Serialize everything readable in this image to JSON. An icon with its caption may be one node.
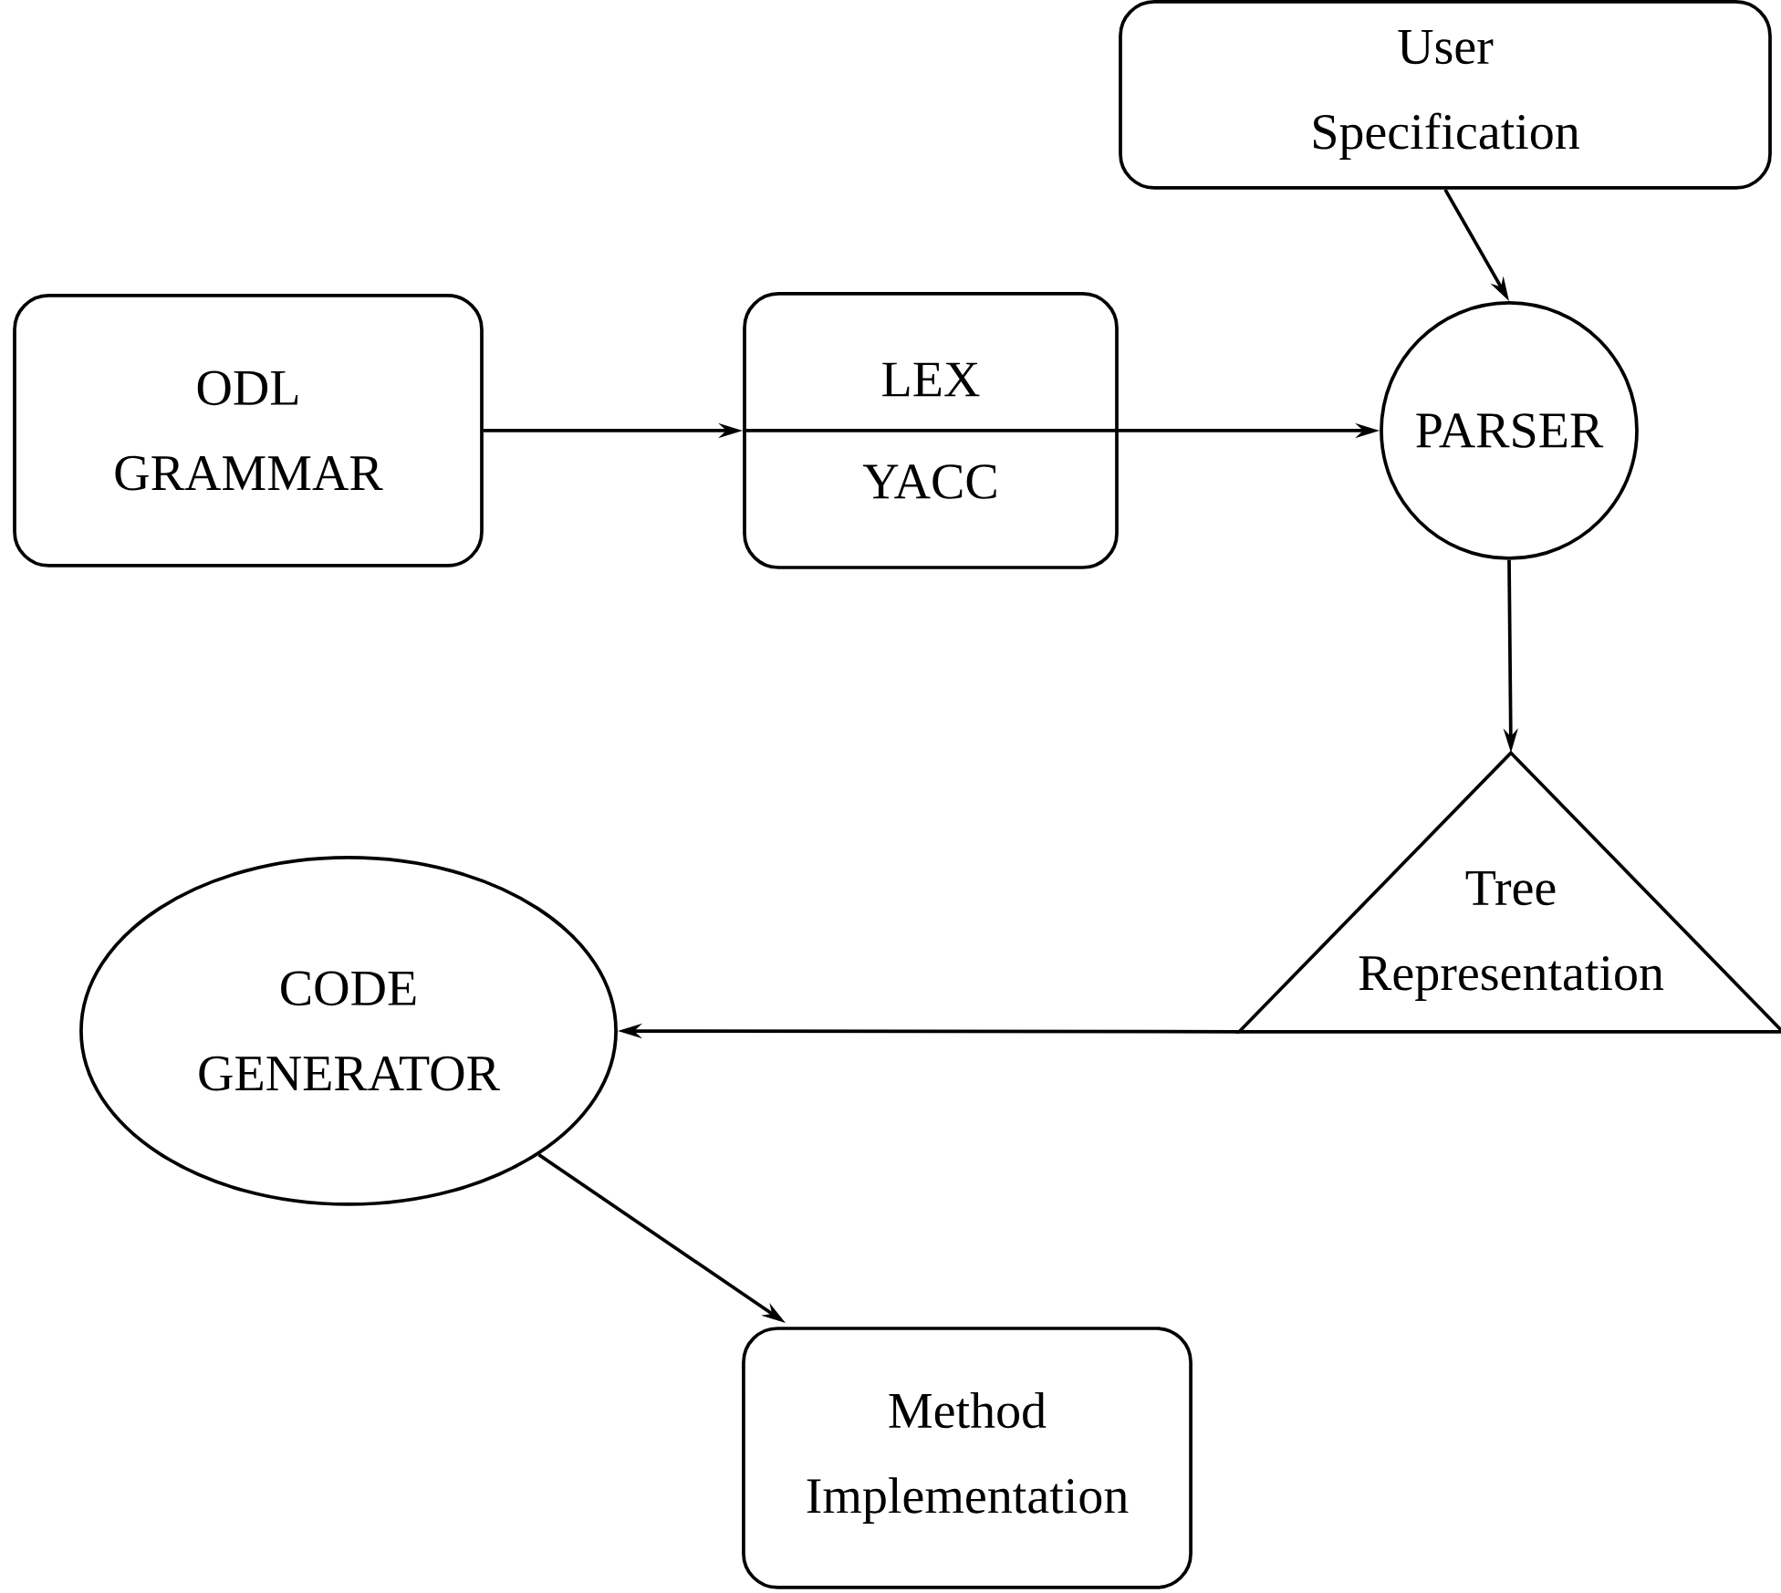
{
  "diagram": {
    "nodes": [
      {
        "text": [
          "User Specification"
        ]
      },
      {
        "text": [
          "ODL GRAMMAR"
        ]
      },
      {
        "text": [
          "LEX",
          "YACC"
        ]
      },
      {
        "text": [
          "PARSER"
        ]
      },
      {
        "text": [
          "Tree Representation"
        ]
      },
      {
        "text": [
          "CODE GENERATOR"
        ]
      },
      {
        "text": [
          "Method Implementation"
        ]
      }
    ],
    "edges": [
      {
        "from": 1,
        "to": 2,
        "arrow": "to"
      },
      {
        "from": 2,
        "to": 3,
        "arrow": "to"
      },
      {
        "from": 0,
        "to": 3,
        "arrow": "to"
      },
      {
        "from": 3,
        "to": 4,
        "arrow": "to"
      },
      {
        "from": 4,
        "to": 5,
        "arrow": "to"
      },
      {
        "from": 5,
        "to": 6,
        "arrow": "to"
      }
    ]
  }
}
